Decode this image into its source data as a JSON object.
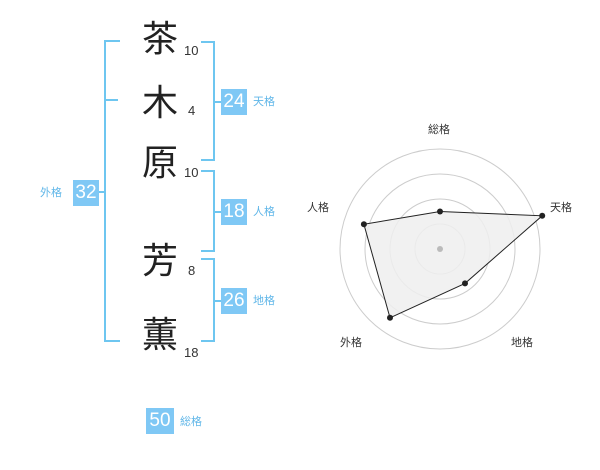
{
  "name_chars": [
    {
      "char": "茶",
      "strokes": "10"
    },
    {
      "char": "木",
      "strokes": "4"
    },
    {
      "char": "原",
      "strokes": "10"
    },
    {
      "char": "芳",
      "strokes": "8"
    },
    {
      "char": "薫",
      "strokes": "18"
    }
  ],
  "kaku": {
    "tenkaku": {
      "value": "24",
      "label": "天格"
    },
    "jinkaku": {
      "value": "18",
      "label": "人格"
    },
    "chikaku": {
      "value": "26",
      "label": "地格"
    },
    "gaikaku": {
      "value": "32",
      "label": "外格"
    },
    "soukaku": {
      "value": "50",
      "label": "総格"
    }
  },
  "chart_data": {
    "type": "radar",
    "axes": [
      "総格",
      "天格",
      "地格",
      "外格",
      "人格"
    ],
    "scale_max": 4,
    "rings": 4,
    "values": [
      1.5,
      4.3,
      1.7,
      3.4,
      3.2
    ],
    "fill_color": "#eeeeee",
    "line_color": "#222222",
    "ring_color": "#cccccc"
  },
  "colors": {
    "accent": "#7fc8f5",
    "bracket": "#6ec6f0"
  }
}
